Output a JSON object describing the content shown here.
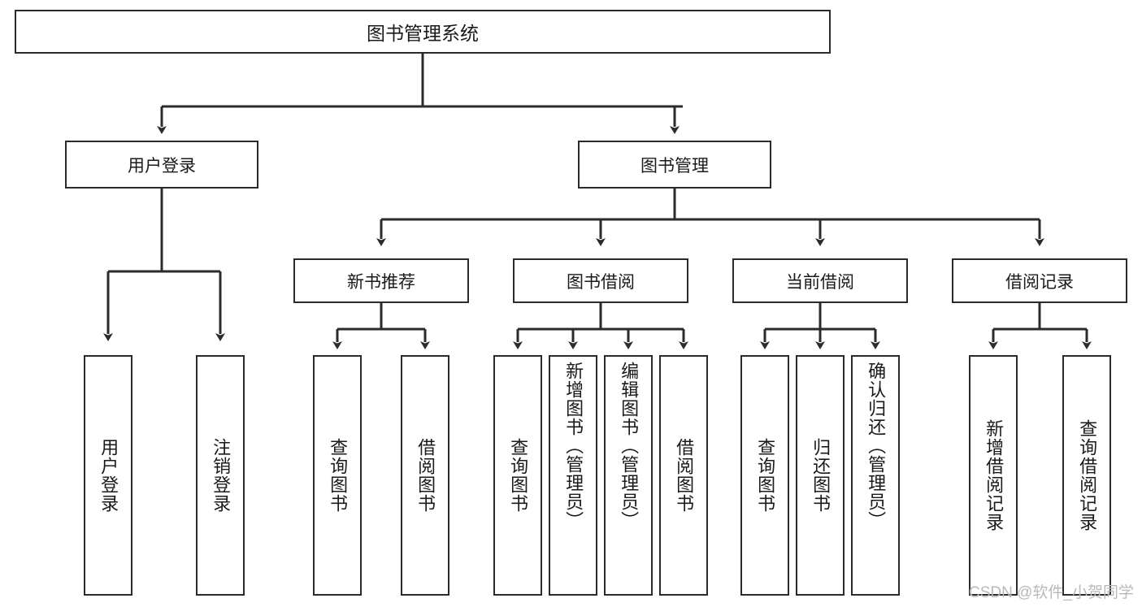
{
  "diagram": {
    "type": "tree",
    "title": "图书管理系统",
    "orientation": "top-down",
    "colors": {
      "stroke": "#2b2b2b",
      "fill": "#ffffff",
      "text": "#1a1a1a",
      "watermark": "#b9b9b9"
    }
  },
  "root": {
    "label": "图书管理系统"
  },
  "level2": [
    {
      "label": "用户登录"
    },
    {
      "label": "图书管理"
    }
  ],
  "level3": [
    {
      "label": "新书推荐"
    },
    {
      "label": "图书借阅"
    },
    {
      "label": "当前借阅"
    },
    {
      "label": "借阅记录"
    }
  ],
  "leaves": {
    "user_login": [
      {
        "label": "用户登录"
      },
      {
        "label": "注销登录"
      }
    ],
    "new_book_recommend": [
      {
        "label": "查询图书"
      },
      {
        "label": "借阅图书"
      }
    ],
    "book_borrow": [
      {
        "label": "查询图书"
      },
      {
        "label": "新增图书（管理员）"
      },
      {
        "label": "编辑图书（管理员）"
      },
      {
        "label": "借阅图书"
      }
    ],
    "current_borrow": [
      {
        "label": "查询图书"
      },
      {
        "label": "归还图书"
      },
      {
        "label": "确认归还（管理员）"
      }
    ],
    "borrow_record": [
      {
        "label": "新增借阅记录"
      },
      {
        "label": "查询借阅记录"
      }
    ]
  },
  "watermark": {
    "text": "CSDN @软件_小贺同学"
  }
}
